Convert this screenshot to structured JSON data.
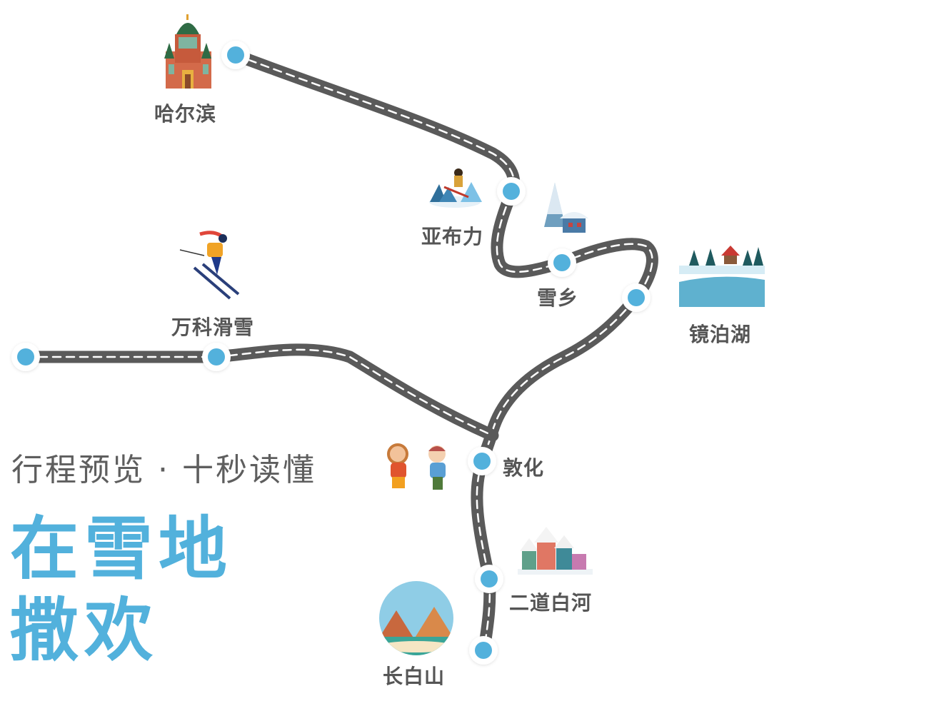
{
  "colors": {
    "road": "#5a5a5a",
    "road_dash": "#ffffff",
    "node_fill": "#52b1dc",
    "node_ring": "#ffffff",
    "label": "#555555",
    "headline": "#52b1dc",
    "subtitle": "#5e5e5e"
  },
  "title": {
    "subtitle": "行程预览 · 十秒读懂",
    "headline_line1": "在雪地",
    "headline_line2": "撒欢"
  },
  "stops": [
    {
      "id": "harbin",
      "label": "哈尔滨",
      "icon": "cathedral-icon"
    },
    {
      "id": "yabuli",
      "label": "亚布力",
      "icon": "skier-mountain-icon"
    },
    {
      "id": "xuexiang",
      "label": "雪乡",
      "icon": "snow-cabin-icon"
    },
    {
      "id": "jingpohu",
      "label": "镜泊湖",
      "icon": "frozen-lake-icon"
    },
    {
      "id": "wanke",
      "label": "万科滑雪",
      "icon": "skier-icon"
    },
    {
      "id": "dunhua",
      "label": "敦化",
      "icon": "kids-snow-icon"
    },
    {
      "id": "erdaobaihe",
      "label": "二道白河",
      "icon": "snow-village-icon"
    },
    {
      "id": "changbaishan",
      "label": "长白山",
      "icon": "mountain-lake-icon"
    }
  ]
}
